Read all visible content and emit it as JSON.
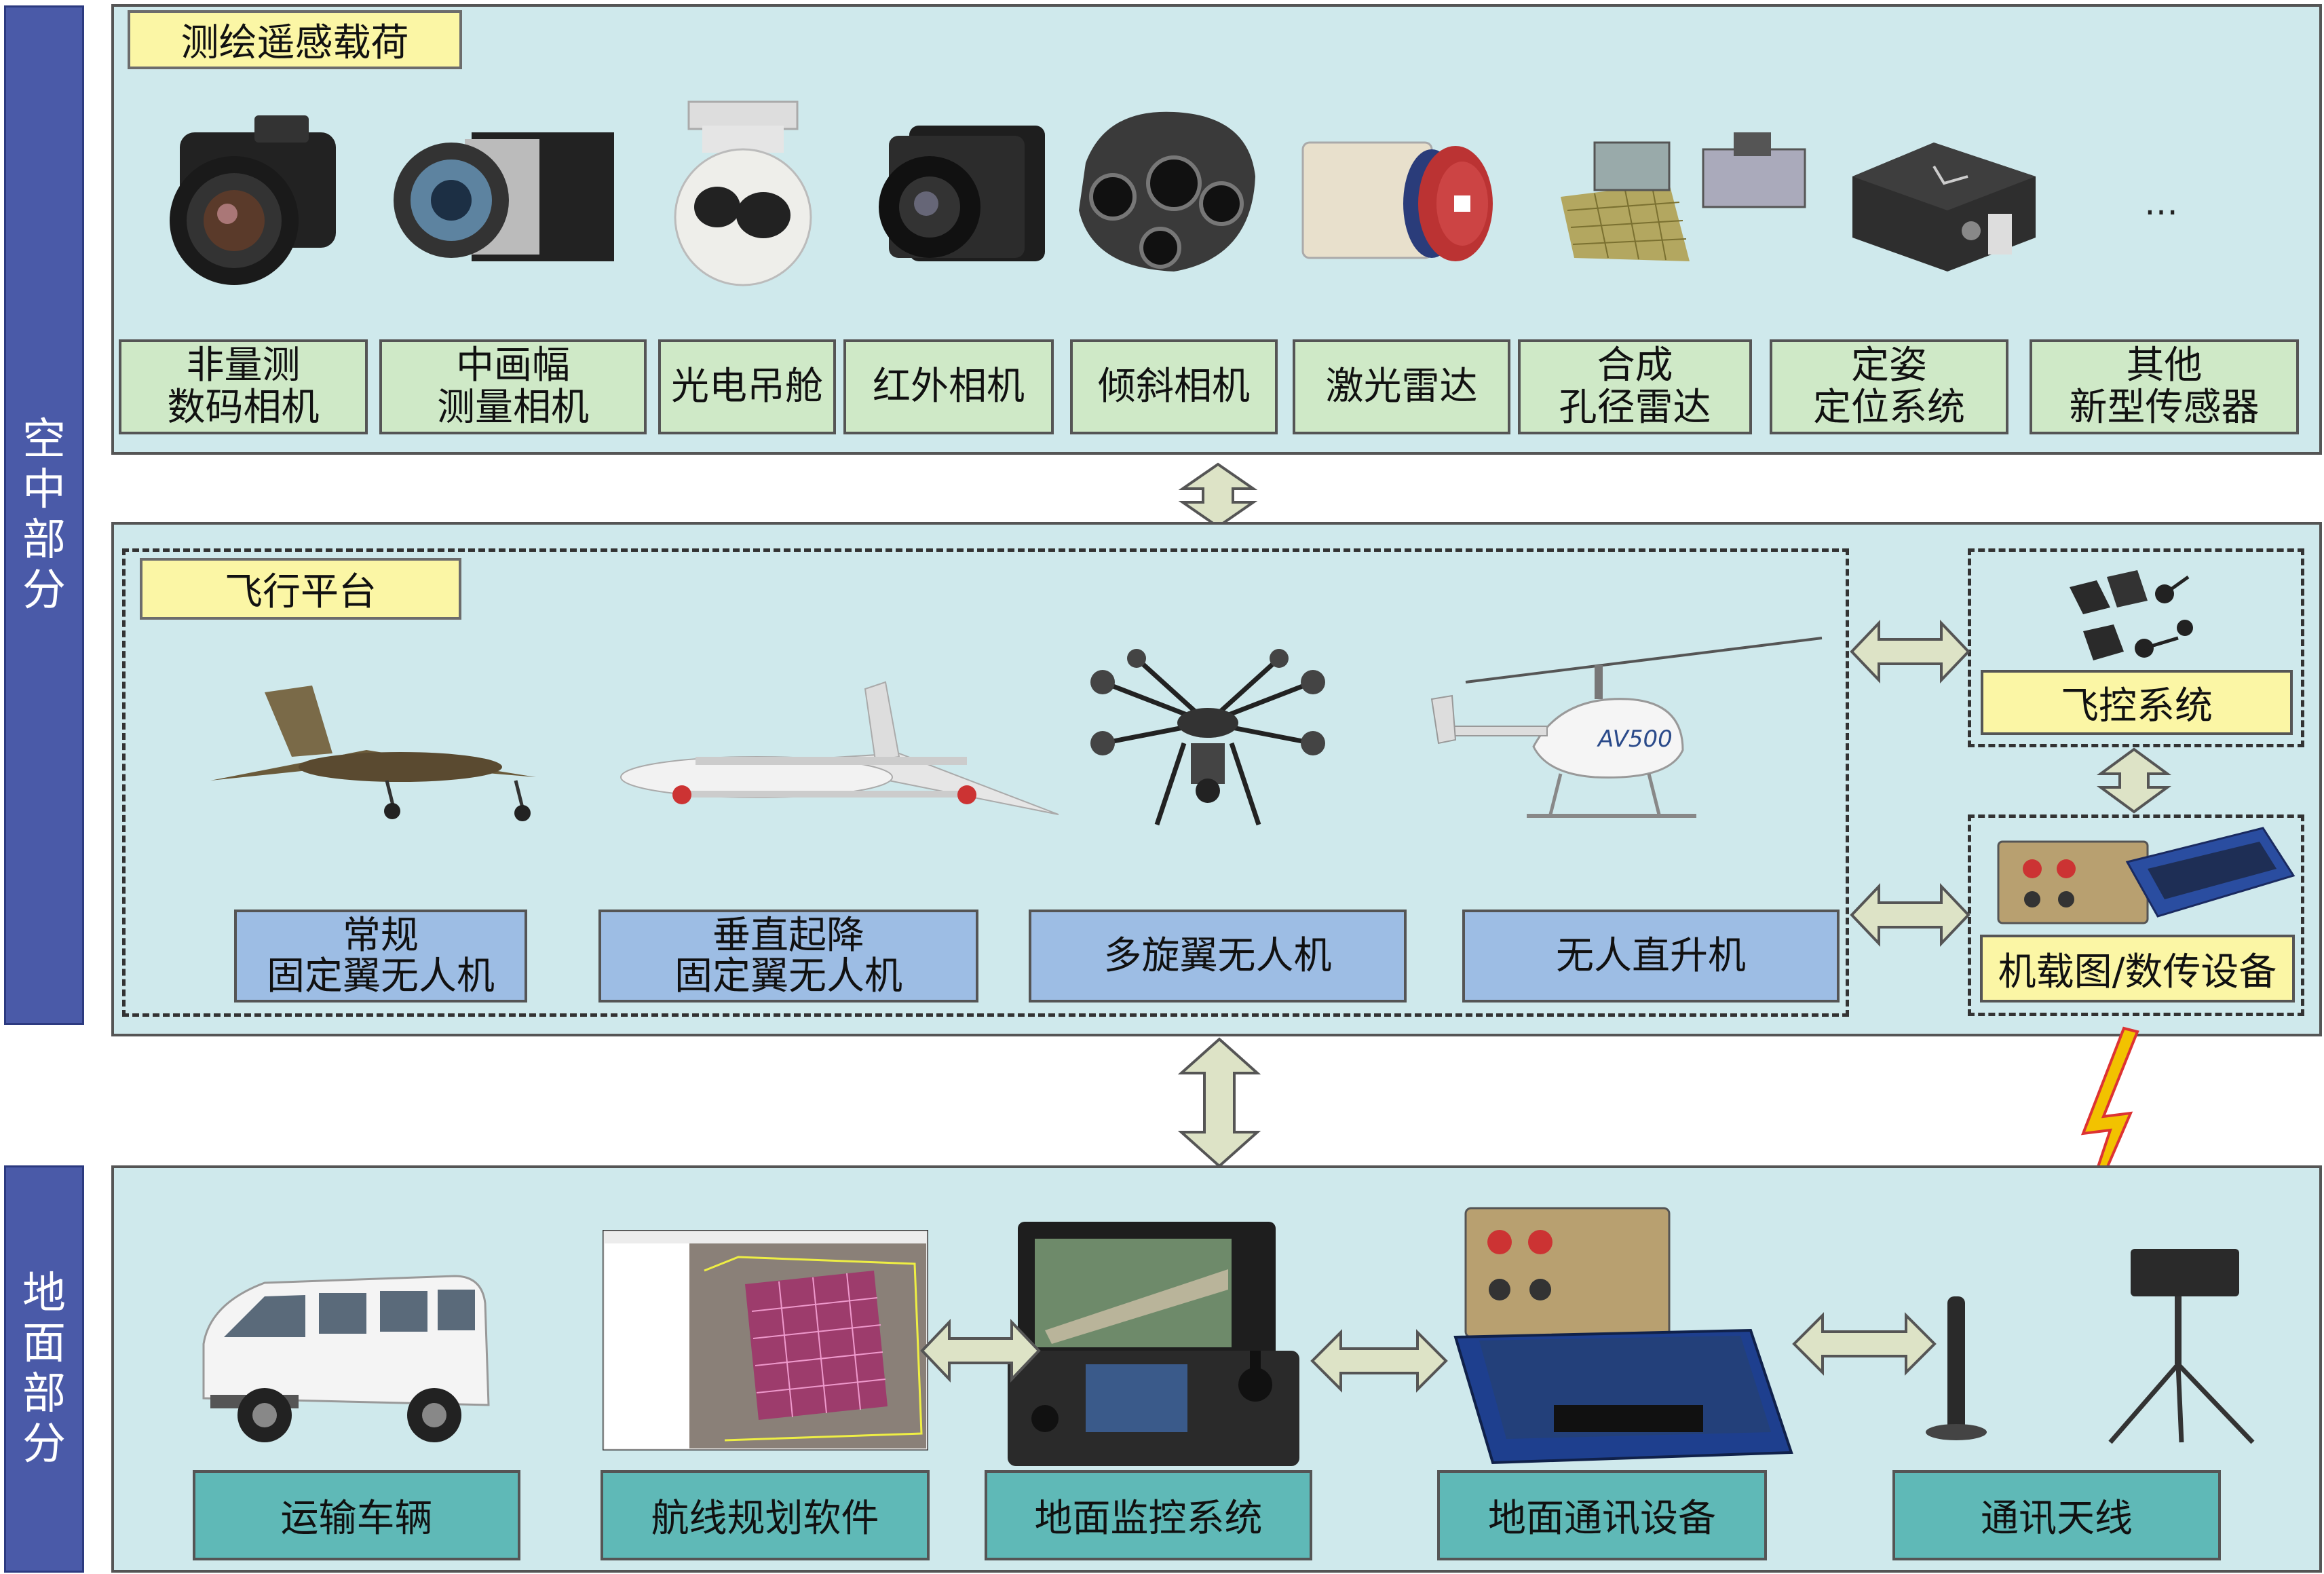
{
  "side_labels": {
    "air": "空中部分",
    "ground": "地面部分"
  },
  "payload": {
    "title": "测绘遥感载荷",
    "items": [
      "非量测\n数码相机",
      "中画幅\n测量相机",
      "光电吊舱",
      "红外相机",
      "倾斜相机",
      "激光雷达",
      "合成\n孔径雷达",
      "定姿\n定位系统",
      "其他\n新型传感器"
    ],
    "ellipsis": "…"
  },
  "platform": {
    "title": "飞行平台",
    "items": [
      "常规\n固定翼无人机",
      "垂直起降\n固定翼无人机",
      "多旋翼无人机",
      "无人直升机"
    ],
    "flight_control": "飞控系统",
    "datalink": "机载图/数传设备"
  },
  "ground": {
    "items": [
      "运输车辆",
      "航线规划软件",
      "地面监控系统",
      "地面通讯设备",
      "通讯天线"
    ]
  },
  "colors": {
    "side": "#4a5aa8",
    "panel": "#cfe9ec",
    "yellow": "#fbf6a5",
    "green": "#cfe9c7",
    "blue": "#9dbde4",
    "teal": "#5fb9b7",
    "arrow": "#dde3c6",
    "lightning": "#f2c200"
  }
}
